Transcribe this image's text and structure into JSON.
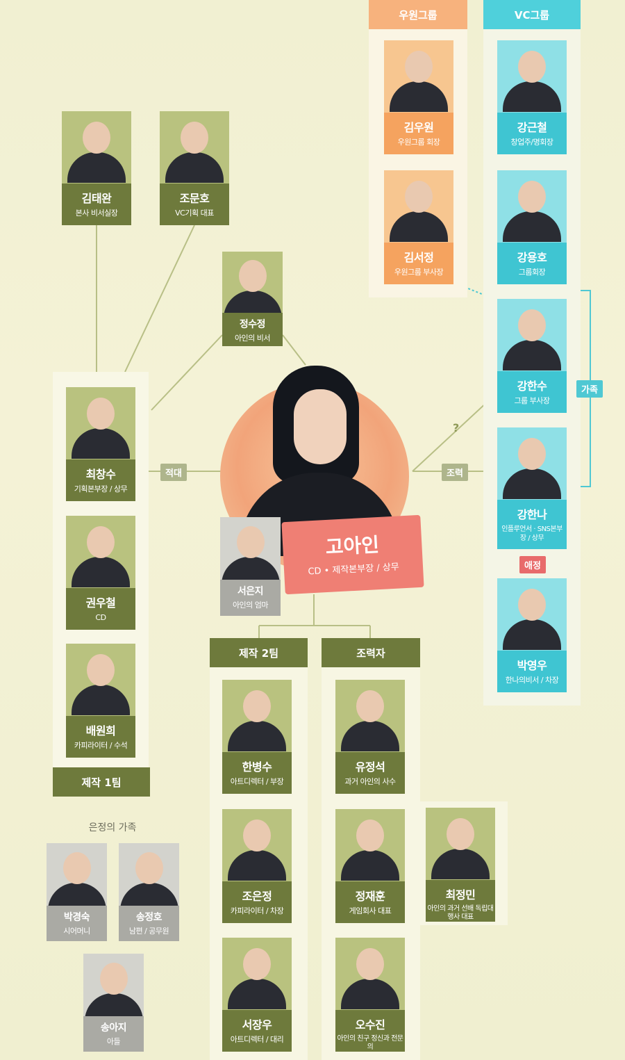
{
  "groups": {
    "wooown": {
      "label": "우원그룹"
    },
    "vc": {
      "label": "VC그룹"
    },
    "team1": {
      "label": "제작 1팀"
    },
    "team2": {
      "label": "제작 2팀"
    },
    "helpers": {
      "label": "조력자"
    },
    "family": {
      "label": "은정의 가족"
    }
  },
  "relations": {
    "enemy": "적대",
    "help": "조력",
    "family": "가족",
    "love": "애정",
    "unknown": "?"
  },
  "center": {
    "name": "고아인",
    "role": "CD • 제작본부장 / 상무"
  },
  "people": {
    "kim_taewan": {
      "name": "김태완",
      "role": "본사 비서실장"
    },
    "jo_munho": {
      "name": "조문호",
      "role": "VC기획 대표"
    },
    "jung_sujeong": {
      "name": "정수정",
      "role": "아인의 비서"
    },
    "kim_woowon": {
      "name": "김우원",
      "role": "우원그룹 회장"
    },
    "kim_seojeong": {
      "name": "김서정",
      "role": "우원그룹 부사장"
    },
    "kang_geuncheol": {
      "name": "강근철",
      "role": "창업주/명회장"
    },
    "kang_yongho": {
      "name": "강용호",
      "role": "그룹회장"
    },
    "kang_hansu": {
      "name": "강한수",
      "role": "그룹 부사장"
    },
    "kang_hanna": {
      "name": "강한나",
      "role": "인플루언서 · SNS본부장 / 상무"
    },
    "park_yeongwoo": {
      "name": "박영우",
      "role": "한나의비서 / 차장"
    },
    "choi_changsu": {
      "name": "최창수",
      "role": "기획본부장 / 상무"
    },
    "kwon_woocheol": {
      "name": "권우철",
      "role": "CD"
    },
    "bae_wonhee": {
      "name": "배원희",
      "role": "카피라이터 / 수석"
    },
    "seo_eunji": {
      "name": "서은지",
      "role": "아인의 엄마"
    },
    "han_byeongsu": {
      "name": "한병수",
      "role": "아트디렉터 / 부장"
    },
    "jo_eunjeong": {
      "name": "조은정",
      "role": "카피라이터 / 차장"
    },
    "seo_jangwoo": {
      "name": "서장우",
      "role": "아트디렉터 / 대리"
    },
    "yoo_jeongseok": {
      "name": "유정석",
      "role": "과거 아인의 사수"
    },
    "jung_jaehoon": {
      "name": "정재훈",
      "role": "게임회사 대표"
    },
    "choi_jeongmin": {
      "name": "최정민",
      "role": "아인의 과거 선배 독립대행사 대표"
    },
    "oh_sujin": {
      "name": "오수진",
      "role": "아인의 친구 정신과 전문의"
    },
    "park_gyeongsuk": {
      "name": "박경숙",
      "role": "시어머니"
    },
    "song_jeongho": {
      "name": "송정호",
      "role": "남편 / 공무원"
    },
    "song_aji": {
      "name": "송아지",
      "role": "아들"
    }
  },
  "colors": {
    "background": "#f2f1d4",
    "olive": "#6e7a3c",
    "orange": "#f5a35f",
    "cyan": "#3fc5d2",
    "gray": "#aaaaa4",
    "coral": "#ef7f74",
    "love": "#e86b6b"
  }
}
